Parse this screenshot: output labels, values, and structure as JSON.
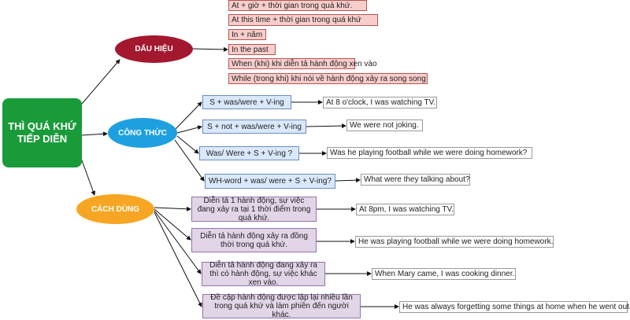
{
  "root": {
    "label": "THÌ QUÁ KHỨ TIẾP DIỄN",
    "color": "#1a9b3a"
  },
  "branches": [
    {
      "label": "DẤU HIỆU",
      "color": "#a3182e",
      "items": [
        "At + giờ + thời gian trong quá khứ.",
        "At this time + thời gian trong quá khứ",
        "In + năm",
        "In the past",
        "When (khi) khi diễn tả hành động xen vào",
        "While (trong khi) khi nói về hành động xảy ra song song"
      ]
    },
    {
      "label": "CÔNG THỨC",
      "color": "#1ea0e0",
      "items": [
        {
          "text": "S + was/were + V-ing",
          "example": "At 8 o'clock, I was watching TV."
        },
        {
          "text": "S + not + was/were + V-ing",
          "example": "We were not joking."
        },
        {
          "text": "Was/ Were + S + V-ing ?",
          "example": "Was he playing football while we were doing homework?"
        },
        {
          "text": "WH-word + was/ were + S + V-ing?",
          "example": "What were they talking about?"
        }
      ]
    },
    {
      "label": "CÁCH DÙNG",
      "color": "#f6a623",
      "items": [
        {
          "text": "Diễn tả 1 hành động, sự việc đang xảy ra tại 1 thời điểm trong quá khứ.",
          "example": "At 8pm, I was watching TV."
        },
        {
          "text": "Diễn tả hành động xảy ra đồng thời trong quá khứ.",
          "example": "He was playing football while we were doing homework."
        },
        {
          "text": "Diễn tả hành động đang xảy ra thì có hành động, sự việc khác xen vào.",
          "example": "When Mary came, I was cooking dinner."
        },
        {
          "text": "Đề cập hành động được lặp lại nhiều lần trong quá khứ và làm phiền đến người khác.",
          "example": "He was always forgetting some things at home when he went out."
        }
      ]
    }
  ]
}
